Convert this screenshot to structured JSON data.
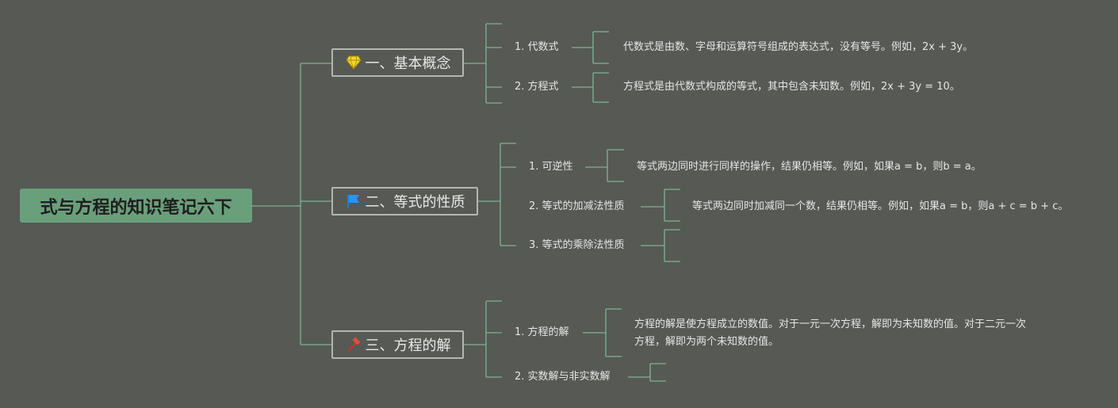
{
  "root": {
    "title": "式与方程的知识笔记六下"
  },
  "topics": [
    {
      "label": "一、基本概念",
      "icon": "diamond-icon",
      "subs": [
        {
          "label": "1. 代数式",
          "note": "代数式是由数、字母和运算符号组成的表达式，没有等号。例如，2x + 3y。"
        },
        {
          "label": "2. 方程式",
          "note": "方程式是由代数式构成的等式，其中包含未知数。例如，2x + 3y = 10。"
        }
      ]
    },
    {
      "label": "二、等式的性质",
      "icon": "flag-icon",
      "subs": [
        {
          "label": "1. 可逆性",
          "note": "等式两边同时进行同样的操作，结果仍相等。例如，如果a = b，则b = a。"
        },
        {
          "label": "2. 等式的加减法性质",
          "note": "等式两边同时加减同一个数，结果仍相等。例如，如果a = b，则a + c = b + c。"
        },
        {
          "label": "3. 等式的乘除法性质",
          "note": ""
        }
      ]
    },
    {
      "label": "三、方程的解",
      "icon": "hammer-icon",
      "subs": [
        {
          "label": "1. 方程的解",
          "note": "方程的解是使方程成立的数值。对于一元一次方程，解即为未知数的值。对于二元一次方程，解即为两个未知数的值。"
        },
        {
          "label": "2. 实数解与非实数解",
          "note": ""
        }
      ]
    }
  ],
  "colors": {
    "background": "#565954",
    "line": "#7fb394",
    "root_fill": "#6a9f7b",
    "topic_border": "#b5b6b3"
  }
}
